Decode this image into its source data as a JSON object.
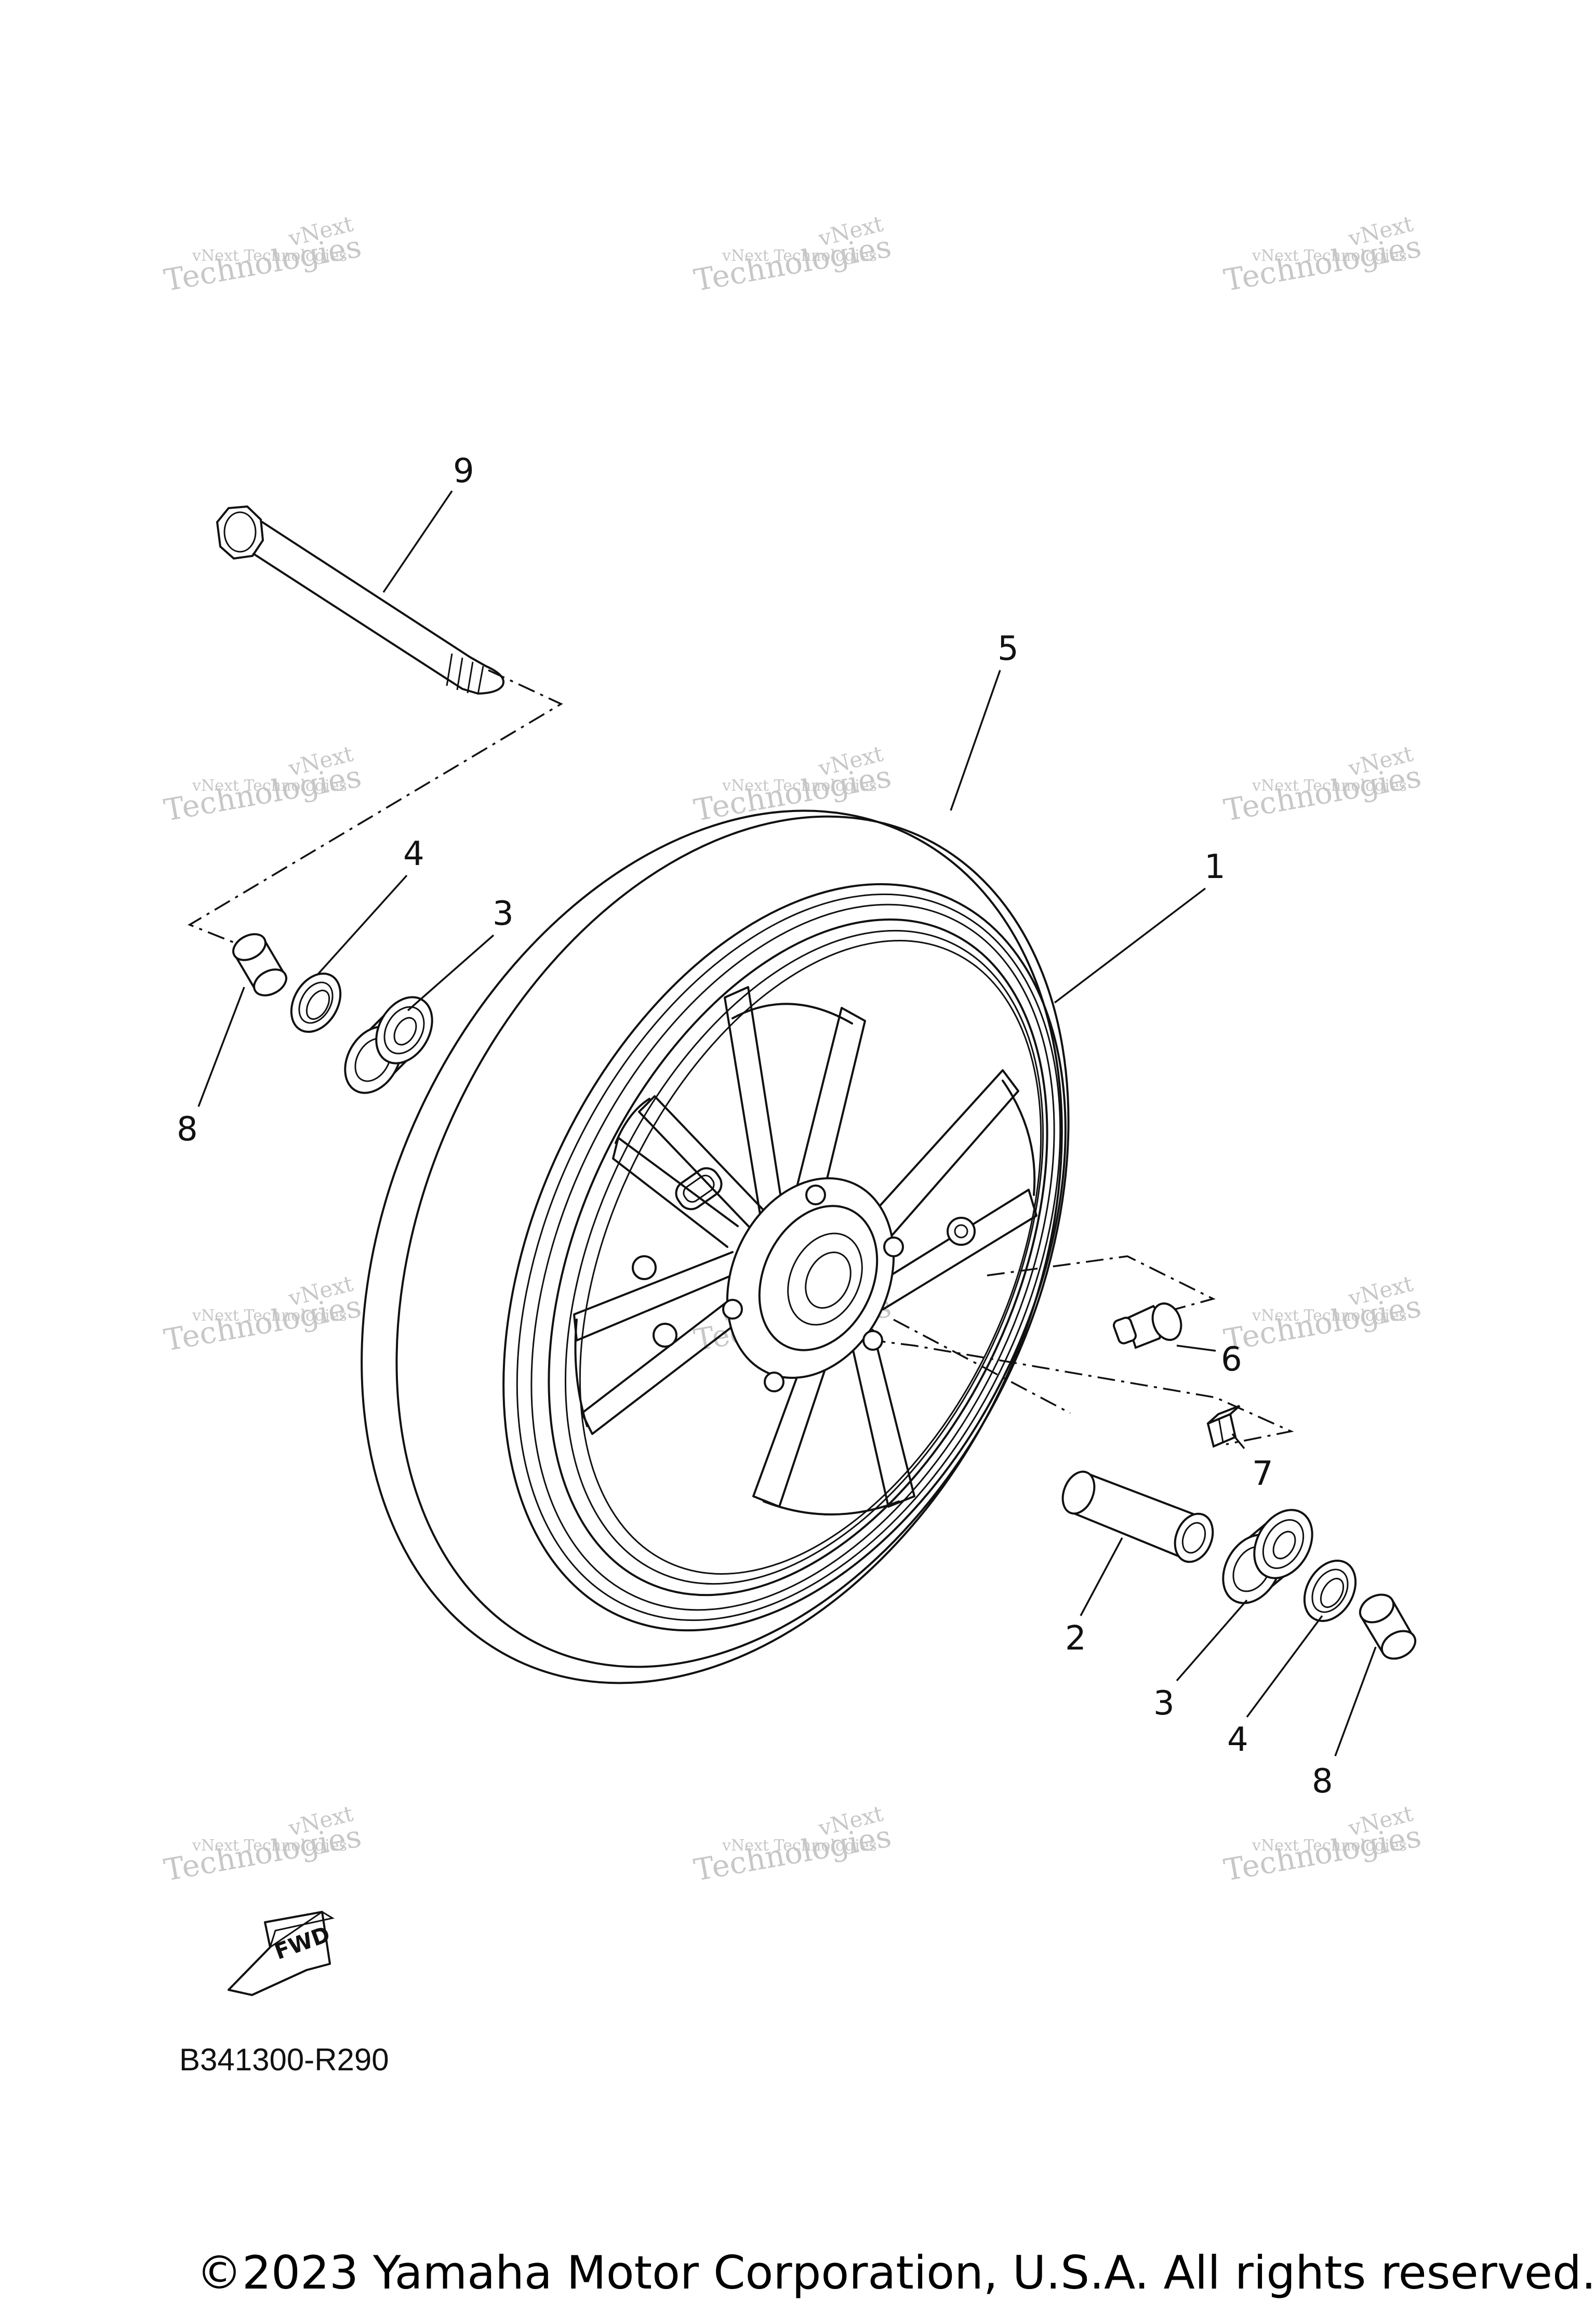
{
  "diagram": {
    "callouts": [
      {
        "label": "9"
      },
      {
        "label": "5"
      },
      {
        "label": "1"
      },
      {
        "label": "4"
      },
      {
        "label": "3"
      },
      {
        "label": "8"
      },
      {
        "label": "6"
      },
      {
        "label": "7"
      },
      {
        "label": "2"
      },
      {
        "label": "3"
      },
      {
        "label": "4"
      },
      {
        "label": "8"
      }
    ],
    "fwd_badge": "FWD",
    "part_number": "B341300-R290",
    "copyright": "©2023 Yamaha Motor Corporation, U.S.A. All rights reserved.",
    "watermark": {
      "line1": "vNext",
      "line2": "vNext Technologies",
      "line3": "Technologies"
    }
  }
}
